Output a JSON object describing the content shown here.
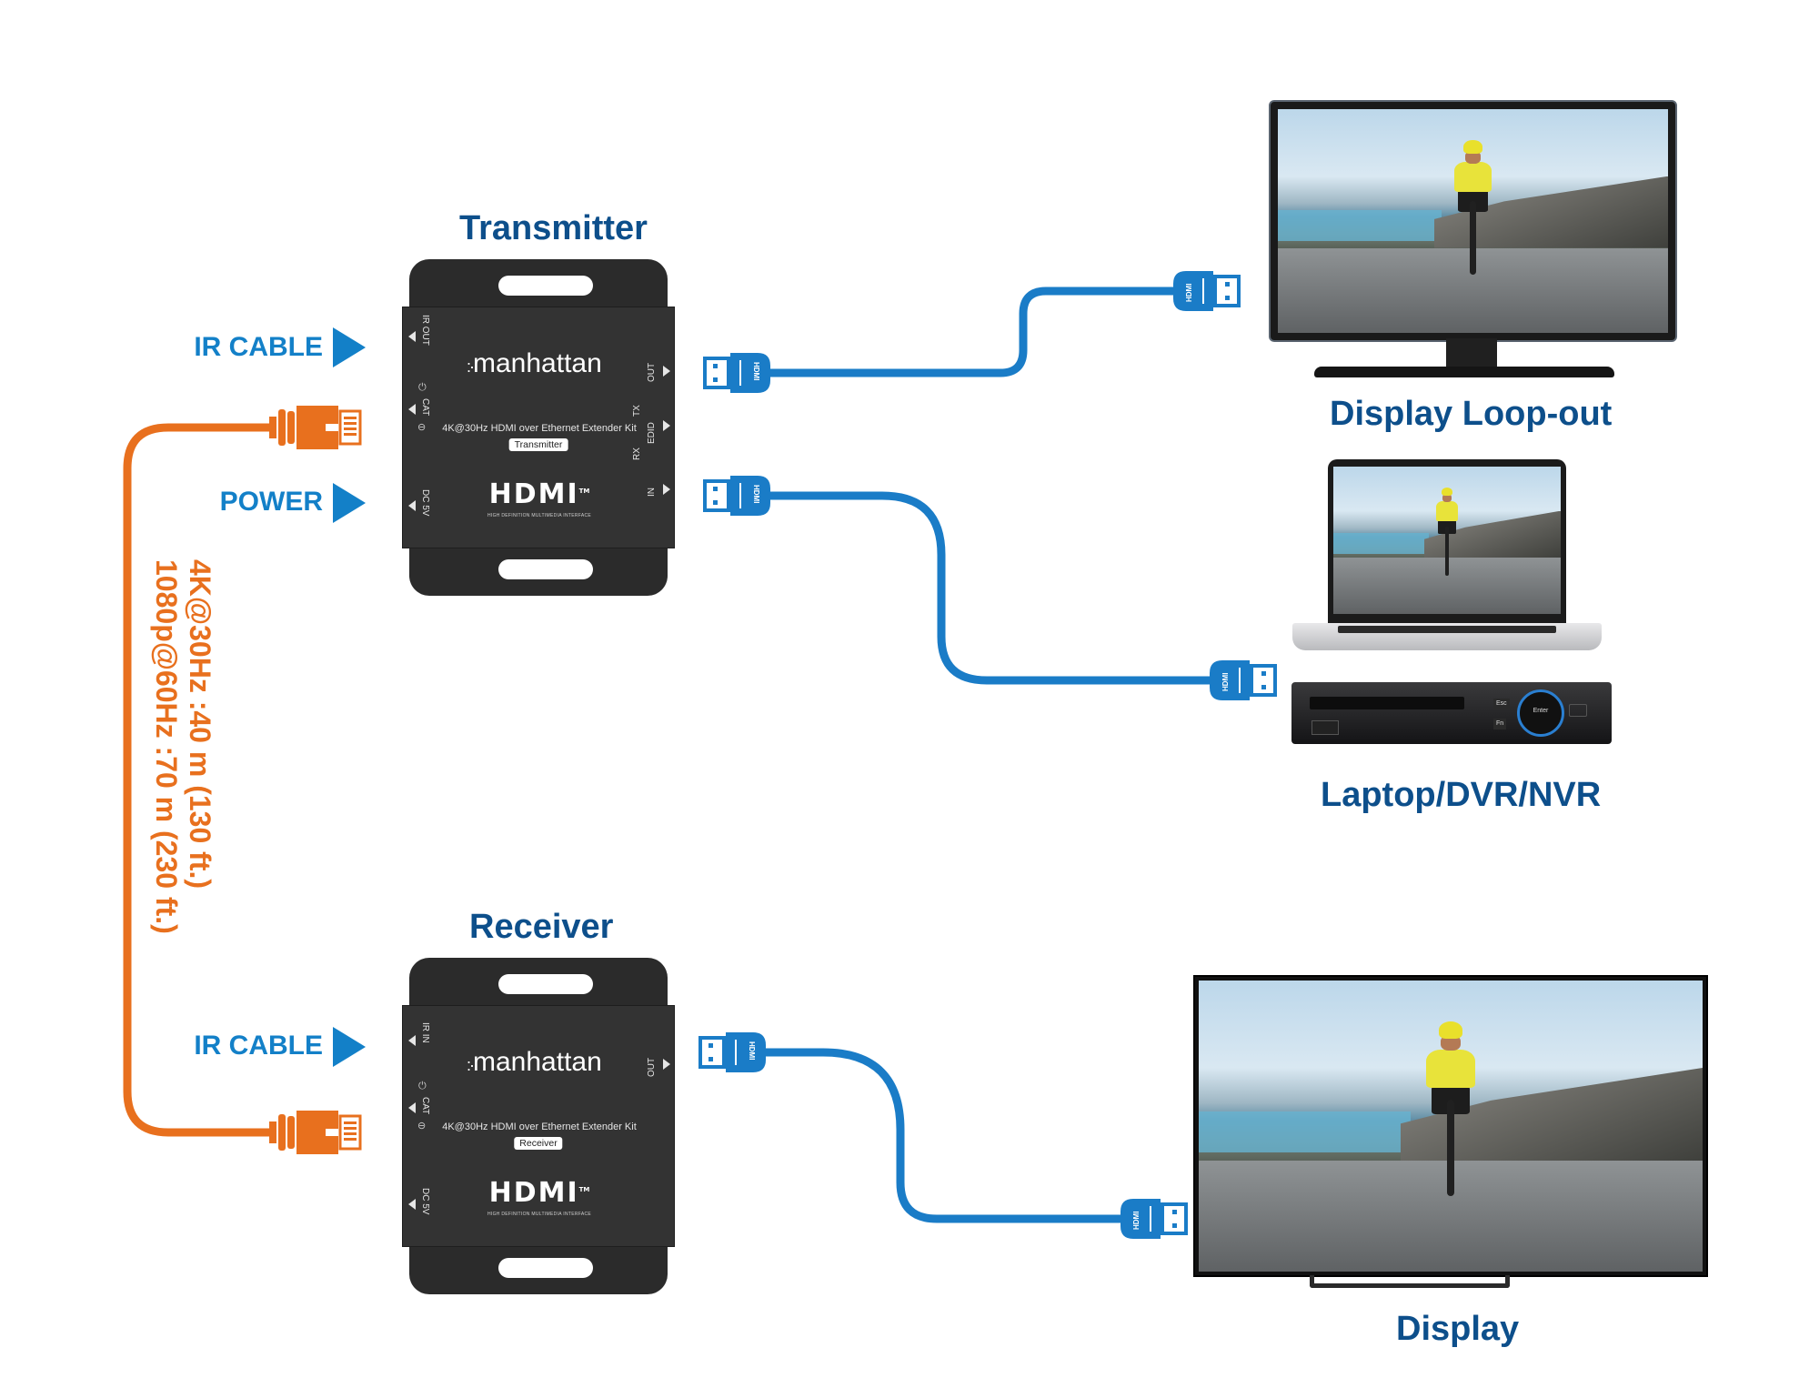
{
  "transmitter": {
    "title": "Transmitter",
    "brand": "manhattan",
    "kit_label": "4K@30Hz HDMI over Ethernet Extender Kit",
    "badge": "Transmitter",
    "hdmi_logo": "HDMI",
    "hdmi_tm": "TM",
    "hdmi_sub": "HIGH DEFINITION MULTIMEDIA INTERFACE",
    "ports_left": [
      "IR OUT",
      "CAT",
      "DC 5V"
    ],
    "ports_right": [
      "OUT",
      "EDID",
      "IN"
    ],
    "edid_switch": {
      "top": "TX",
      "bottom": "RX"
    }
  },
  "receiver": {
    "title": "Receiver",
    "brand": "manhattan",
    "kit_label": "4K@30Hz HDMI over Ethernet Extender Kit",
    "badge": "Receiver",
    "hdmi_logo": "HDMI",
    "hdmi_tm": "TM",
    "hdmi_sub": "HIGH DEFINITION MULTIMEDIA INTERFACE",
    "ports_left": [
      "IR IN",
      "CAT",
      "DC 5V"
    ],
    "ports_right": [
      "OUT"
    ]
  },
  "labels": {
    "ir_cable_tx": "IR CABLE",
    "power": "POWER",
    "ir_cable_rx": "IR CABLE"
  },
  "distance": {
    "line1": "4K@30Hz :40 m (130 ft.)",
    "line2": "1080p@60Hz :70 m (230 ft.)"
  },
  "devices": {
    "loop_out": "Display Loop-out",
    "source": "Laptop/DVR/NVR",
    "display": "Display"
  },
  "connector_text": "HDMI",
  "dvr": {
    "btn_esc": "Esc",
    "btn_fn": "Fn",
    "btn_enter": "Enter"
  },
  "colors": {
    "title_blue": "#0d4f8b",
    "label_blue": "#1380c8",
    "hdmi_cable": "#1a7cc7",
    "cat_cable": "#e8701e",
    "device_body": "#333333"
  }
}
